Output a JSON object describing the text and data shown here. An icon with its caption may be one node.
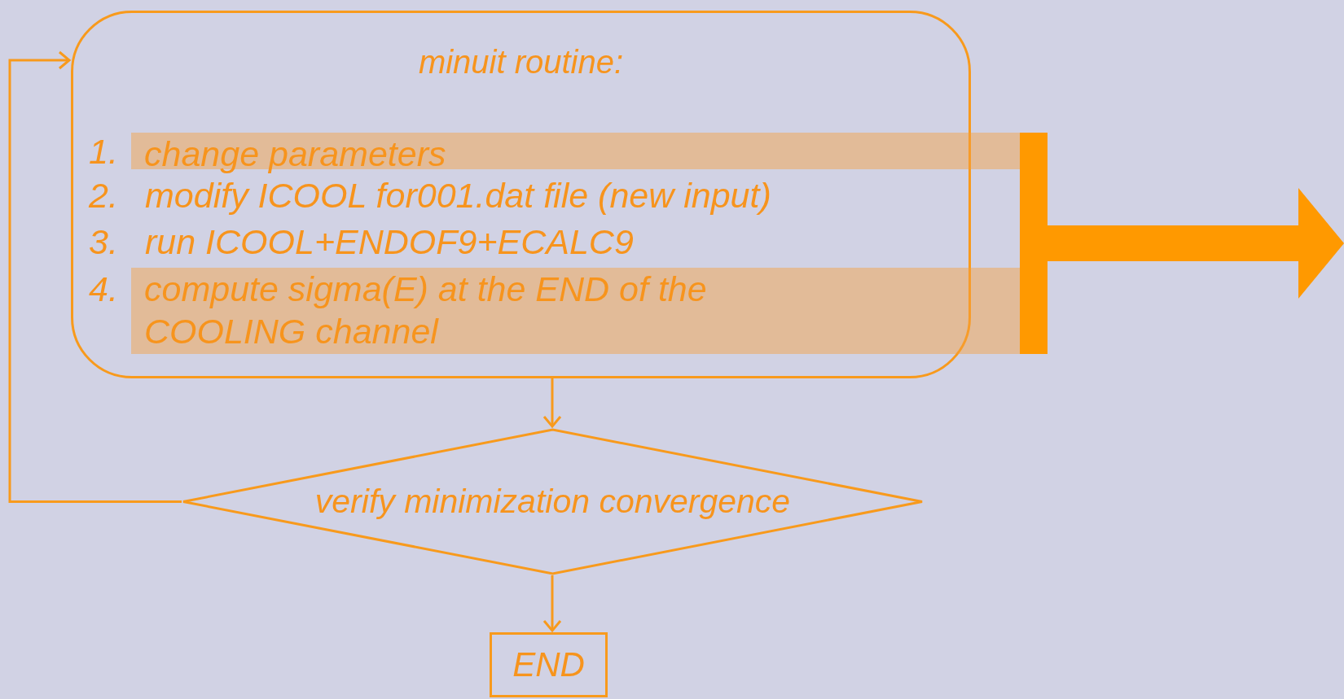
{
  "diagram": {
    "nodes": [
      {
        "text": [
          "minuit routine:"
        ]
      },
      {
        "text": [
          "change parameters"
        ]
      },
      {
        "text": [
          "compute sigma(E) at the END of the COOLING channel"
        ]
      },
      {
        "text": [],
        "shape": "bar"
      },
      {
        "text": [
          "verify minimization convergence"
        ]
      },
      {
        "text": [
          "END"
        ]
      }
    ],
    "edges": [
      {
        "from": 0,
        "to": 4,
        "arrow": "to"
      },
      {
        "from": 4,
        "to": 5,
        "arrow": "to"
      },
      {
        "from": 4,
        "to": 0,
        "arrow": "to"
      },
      {
        "from": 3,
        "to": null,
        "arrow": "to",
        "style": "thick",
        "color": "#ff9900"
      }
    ],
    "labels": [
      "1.",
      "2.",
      "modify ICOOL for001.dat file (new input)",
      "3.",
      "run ICOOL+ENDOF9+ECALC9",
      "4."
    ]
  }
}
